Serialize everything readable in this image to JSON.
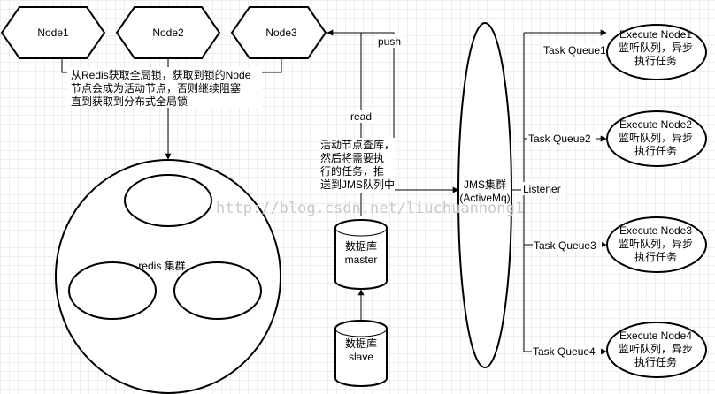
{
  "nodes": [
    {
      "label": "Node1"
    },
    {
      "label": "Node2"
    },
    {
      "label": "Node3"
    }
  ],
  "lock_note": [
    "从Redis获取全局锁，获取到锁的Node",
    "节点会成为活动节点，否则继续阻塞",
    "直到获取到分布式全局锁"
  ],
  "redis": {
    "label": "redis 集群"
  },
  "edges": {
    "push": "push",
    "read": "read",
    "listener": "Listener"
  },
  "active_note": [
    "活动节点查库，",
    "然后将需要执",
    "行的任务，推",
    "送到JMS队列中"
  ],
  "jms": {
    "line1": "JMS集群",
    "line2": "(ActiveMq)"
  },
  "db_master": {
    "line1": "数据库",
    "line2": "master"
  },
  "db_slave": {
    "line1": "数据库",
    "line2": "slave"
  },
  "queues": [
    {
      "name": "Task Queue1",
      "exec": "Execute Node1",
      "l2": "监听队列，异步",
      "l3": "执行任务"
    },
    {
      "name": "Task Queue2",
      "exec": "Execute Node2",
      "l2": "监听队列，异步",
      "l3": "执行任务"
    },
    {
      "name": "Task Queue3",
      "exec": "Execute Node3",
      "l2": "监听队列，异步",
      "l3": "执行任务"
    },
    {
      "name": "Task Queue4",
      "exec": "Execute Node4",
      "l2": "监听队列，异步",
      "l3": "执行任务"
    }
  ],
  "watermark": "http://blog.csdn.net/liuchuanhong1"
}
